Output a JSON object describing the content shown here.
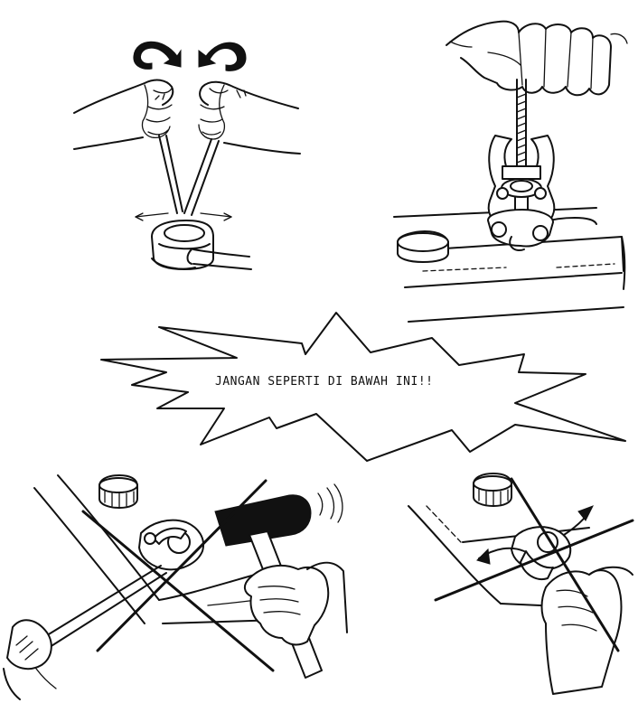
{
  "warning": {
    "text": "JANGAN SEPERTI DI BAWAH INI!!"
  },
  "panels": [
    {
      "name": "two-screwdrivers-prying-terminal",
      "kind": "correct-method"
    },
    {
      "name": "terminal-puller-tool",
      "kind": "correct-method"
    },
    {
      "name": "hammer-and-screwdriver-on-terminal",
      "kind": "incorrect-method"
    },
    {
      "name": "twisting-terminal-by-hand",
      "kind": "incorrect-method"
    }
  ],
  "marks": {
    "incorrect": "crossed-out",
    "motion": "curved-arrows"
  },
  "colors": {
    "ink": "#111111",
    "background": "#ffffff"
  }
}
